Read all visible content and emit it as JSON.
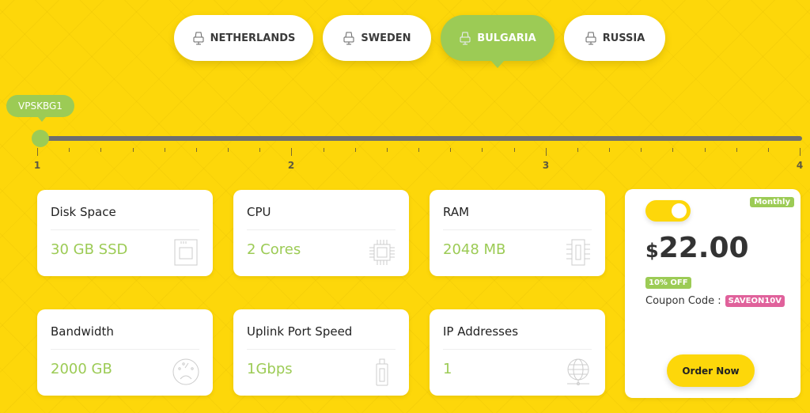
{
  "tabs": [
    {
      "label": "NETHERLANDS",
      "icon": "server-icon",
      "active": false
    },
    {
      "label": "SWEDEN",
      "icon": "server-icon",
      "active": false
    },
    {
      "label": "BULGARIA",
      "icon": "server-icon",
      "active": true
    },
    {
      "label": "RUSSIA",
      "icon": "server-icon",
      "active": false
    }
  ],
  "slider": {
    "plan_label": "VPSKBG1",
    "value": 1,
    "min": 1,
    "max": 4,
    "tick_labels": [
      "1",
      "2",
      "3",
      "4"
    ]
  },
  "specs": [
    {
      "title": "Disk Space",
      "value": "30 GB SSD",
      "icon": "sd-card-icon"
    },
    {
      "title": "CPU",
      "value": "2 Cores",
      "icon": "cpu-icon"
    },
    {
      "title": "RAM",
      "value": "2048 MB",
      "icon": "ram-icon"
    },
    {
      "title": "Bandwidth",
      "value": "2000 GB",
      "icon": "gauge-icon"
    },
    {
      "title": "Uplink Port Speed",
      "value": "1Gbps",
      "icon": "usb-port-icon"
    },
    {
      "title": "IP Addresses",
      "value": "1",
      "icon": "globe-network-icon"
    }
  ],
  "pricing": {
    "billing_badge": "Monthly",
    "currency": "$",
    "amount": "22.00",
    "discount": "10% OFF",
    "coupon_label": "Coupon Code :",
    "coupon_code": "SAVEON10V",
    "order_label": "Order Now"
  },
  "colors": {
    "background": "#fdd70a",
    "accent_green": "#9ccb55",
    "coupon_pink": "#e0619b",
    "track": "#6e6e6e"
  }
}
